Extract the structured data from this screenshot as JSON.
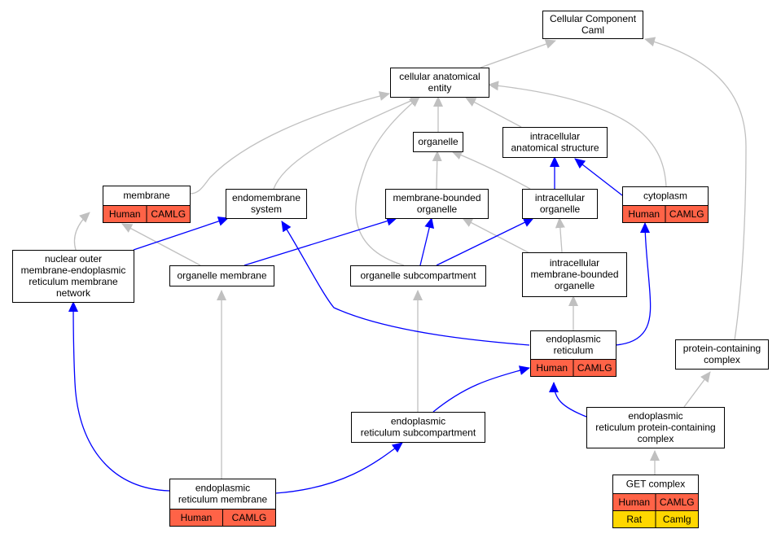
{
  "colors": {
    "human_cell": "#ff6347",
    "rat_cell": "#ffd700",
    "gray_edge": "#c0c0c0",
    "blue_edge": "#0000ff"
  },
  "nodes": {
    "cellular_component": {
      "lines": [
        "Cellular Component",
        "Caml"
      ]
    },
    "cellular_anatomical_entity": {
      "lines": [
        "cellular anatomical",
        "entity"
      ]
    },
    "organelle": {
      "lines": [
        "organelle"
      ]
    },
    "intracellular_anatomical_structure": {
      "lines": [
        "intracellular",
        "anatomical structure"
      ]
    },
    "membrane": {
      "lines": [
        "membrane"
      ],
      "annotations": [
        {
          "species": "Human",
          "gene": "CAMLG"
        }
      ]
    },
    "endomembrane_system": {
      "lines": [
        "endomembrane",
        "system"
      ]
    },
    "membrane_bounded_organelle": {
      "lines": [
        "membrane-bounded",
        "organelle"
      ]
    },
    "intracellular_organelle": {
      "lines": [
        "intracellular",
        "organelle"
      ]
    },
    "cytoplasm": {
      "lines": [
        "cytoplasm"
      ],
      "annotations": [
        {
          "species": "Human",
          "gene": "CAMLG"
        }
      ]
    },
    "nuclear_outer_membrane_er_network": {
      "lines": [
        "nuclear outer",
        "membrane-endoplasmic",
        "reticulum membrane",
        "network"
      ]
    },
    "organelle_membrane": {
      "lines": [
        "organelle membrane"
      ]
    },
    "organelle_subcompartment": {
      "lines": [
        "organelle subcompartment"
      ]
    },
    "intracellular_membrane_bounded_organelle": {
      "lines": [
        "intracellular",
        "membrane-bounded",
        "organelle"
      ]
    },
    "endoplasmic_reticulum": {
      "lines": [
        "endoplasmic",
        "reticulum"
      ],
      "annotations": [
        {
          "species": "Human",
          "gene": "CAMLG"
        }
      ]
    },
    "protein_containing_complex": {
      "lines": [
        "protein-containing",
        "complex"
      ]
    },
    "er_subcompartment": {
      "lines": [
        "endoplasmic",
        "reticulum subcompartment"
      ]
    },
    "er_protein_containing_complex": {
      "lines": [
        "endoplasmic",
        "reticulum protein-containing",
        "complex"
      ]
    },
    "er_membrane": {
      "lines": [
        "endoplasmic",
        "reticulum membrane"
      ],
      "annotations": [
        {
          "species": "Human",
          "gene": "CAMLG"
        }
      ]
    },
    "get_complex": {
      "lines": [
        "GET complex"
      ],
      "annotations": [
        {
          "species": "Human",
          "gene": "CAMLG"
        },
        {
          "species": "Rat",
          "gene": "Camlg"
        }
      ]
    }
  }
}
